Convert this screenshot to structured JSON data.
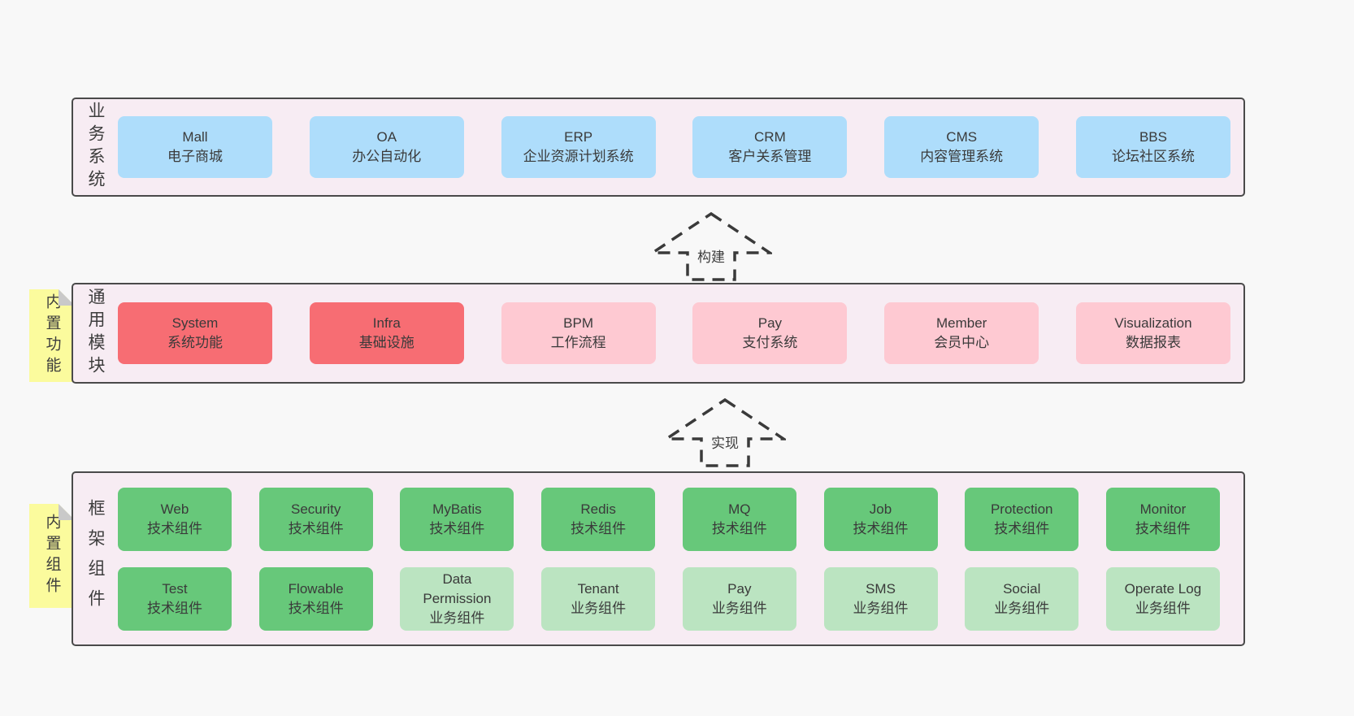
{
  "colors": {
    "page_bg": "#f8f8f8",
    "panel_bg": "#f7ecf3",
    "panel_border": "#4a4a4a",
    "box_blue": "#aeddfb",
    "box_red": "#f76d73",
    "box_pink": "#fec9d2",
    "box_green": "#67c87a",
    "box_green_light": "#bbe4c1",
    "note_yellow": "#fbfb9d",
    "note_fold_gray": "#c9c9c9",
    "text": "#3d3d3d"
  },
  "arrows": [
    {
      "label": "构建"
    },
    {
      "label": "实现"
    }
  ],
  "layers": [
    {
      "label": "业务系统",
      "boxes": [
        {
          "en": "Mall",
          "zh": "电子商城"
        },
        {
          "en": "OA",
          "zh": "办公自动化"
        },
        {
          "en": "ERP",
          "zh": "企业资源计划系统"
        },
        {
          "en": "CRM",
          "zh": "客户关系管理"
        },
        {
          "en": "CMS",
          "zh": "内容管理系统"
        },
        {
          "en": "BBS",
          "zh": "论坛社区系统"
        }
      ]
    },
    {
      "label": "通用模块",
      "note": "内置功能",
      "boxes": [
        {
          "en": "System",
          "zh": "系统功能"
        },
        {
          "en": "Infra",
          "zh": "基础设施"
        },
        {
          "en": "BPM",
          "zh": "工作流程"
        },
        {
          "en": "Pay",
          "zh": "支付系统"
        },
        {
          "en": "Member",
          "zh": "会员中心"
        },
        {
          "en": "Visualization",
          "zh": "数据报表"
        }
      ]
    },
    {
      "label": "框架组件",
      "note": "内置组件",
      "rows": [
        [
          {
            "en": "Web",
            "zh": "技术组件"
          },
          {
            "en": "Security",
            "zh": "技术组件"
          },
          {
            "en": "MyBatis",
            "zh": "技术组件"
          },
          {
            "en": "Redis",
            "zh": "技术组件"
          },
          {
            "en": "MQ",
            "zh": "技术组件"
          },
          {
            "en": "Job",
            "zh": "技术组件"
          },
          {
            "en": "Protection",
            "zh": "技术组件"
          },
          {
            "en": "Monitor",
            "zh": "技术组件"
          }
        ],
        [
          {
            "en": "Test",
            "zh": "技术组件"
          },
          {
            "en": "Flowable",
            "zh": "技术组件"
          },
          {
            "en": "Data Permission",
            "zh": "业务组件"
          },
          {
            "en": "Tenant",
            "zh": "业务组件"
          },
          {
            "en": "Pay",
            "zh": "业务组件"
          },
          {
            "en": "SMS",
            "zh": "业务组件"
          },
          {
            "en": "Social",
            "zh": "业务组件"
          },
          {
            "en": "Operate Log",
            "zh": "业务组件"
          }
        ]
      ]
    }
  ]
}
